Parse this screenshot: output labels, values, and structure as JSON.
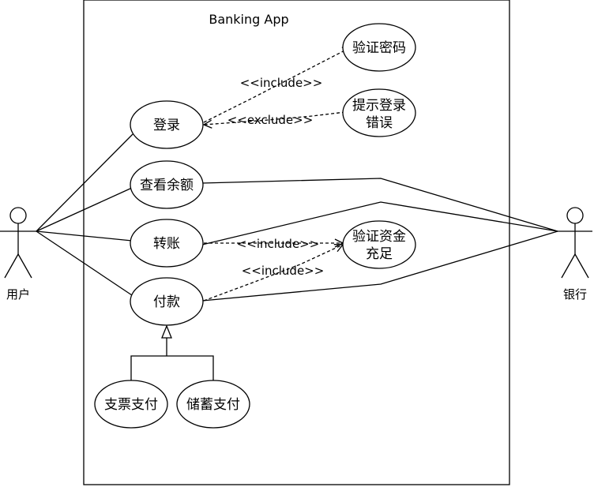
{
  "system": {
    "title": "Banking App"
  },
  "actors": {
    "user": "用户",
    "bank": "银行"
  },
  "use_cases": {
    "login": "登录",
    "balance": "查看余额",
    "transfer": "转账",
    "payment": "付款",
    "verify_password": "验证密码",
    "login_error_line1": "提示登录",
    "login_error_line2": "错误",
    "verify_funds_line1": "验证资金",
    "verify_funds_line2": "充足",
    "check_payment": "支票支付",
    "savings_payment": "储蓄支付"
  },
  "relations": {
    "include_verify_password": "<<include>>",
    "exclude_login_error": "<<exclude>>",
    "include_transfer_funds": "<<include>>",
    "include_payment_funds": "<<include>>"
  }
}
